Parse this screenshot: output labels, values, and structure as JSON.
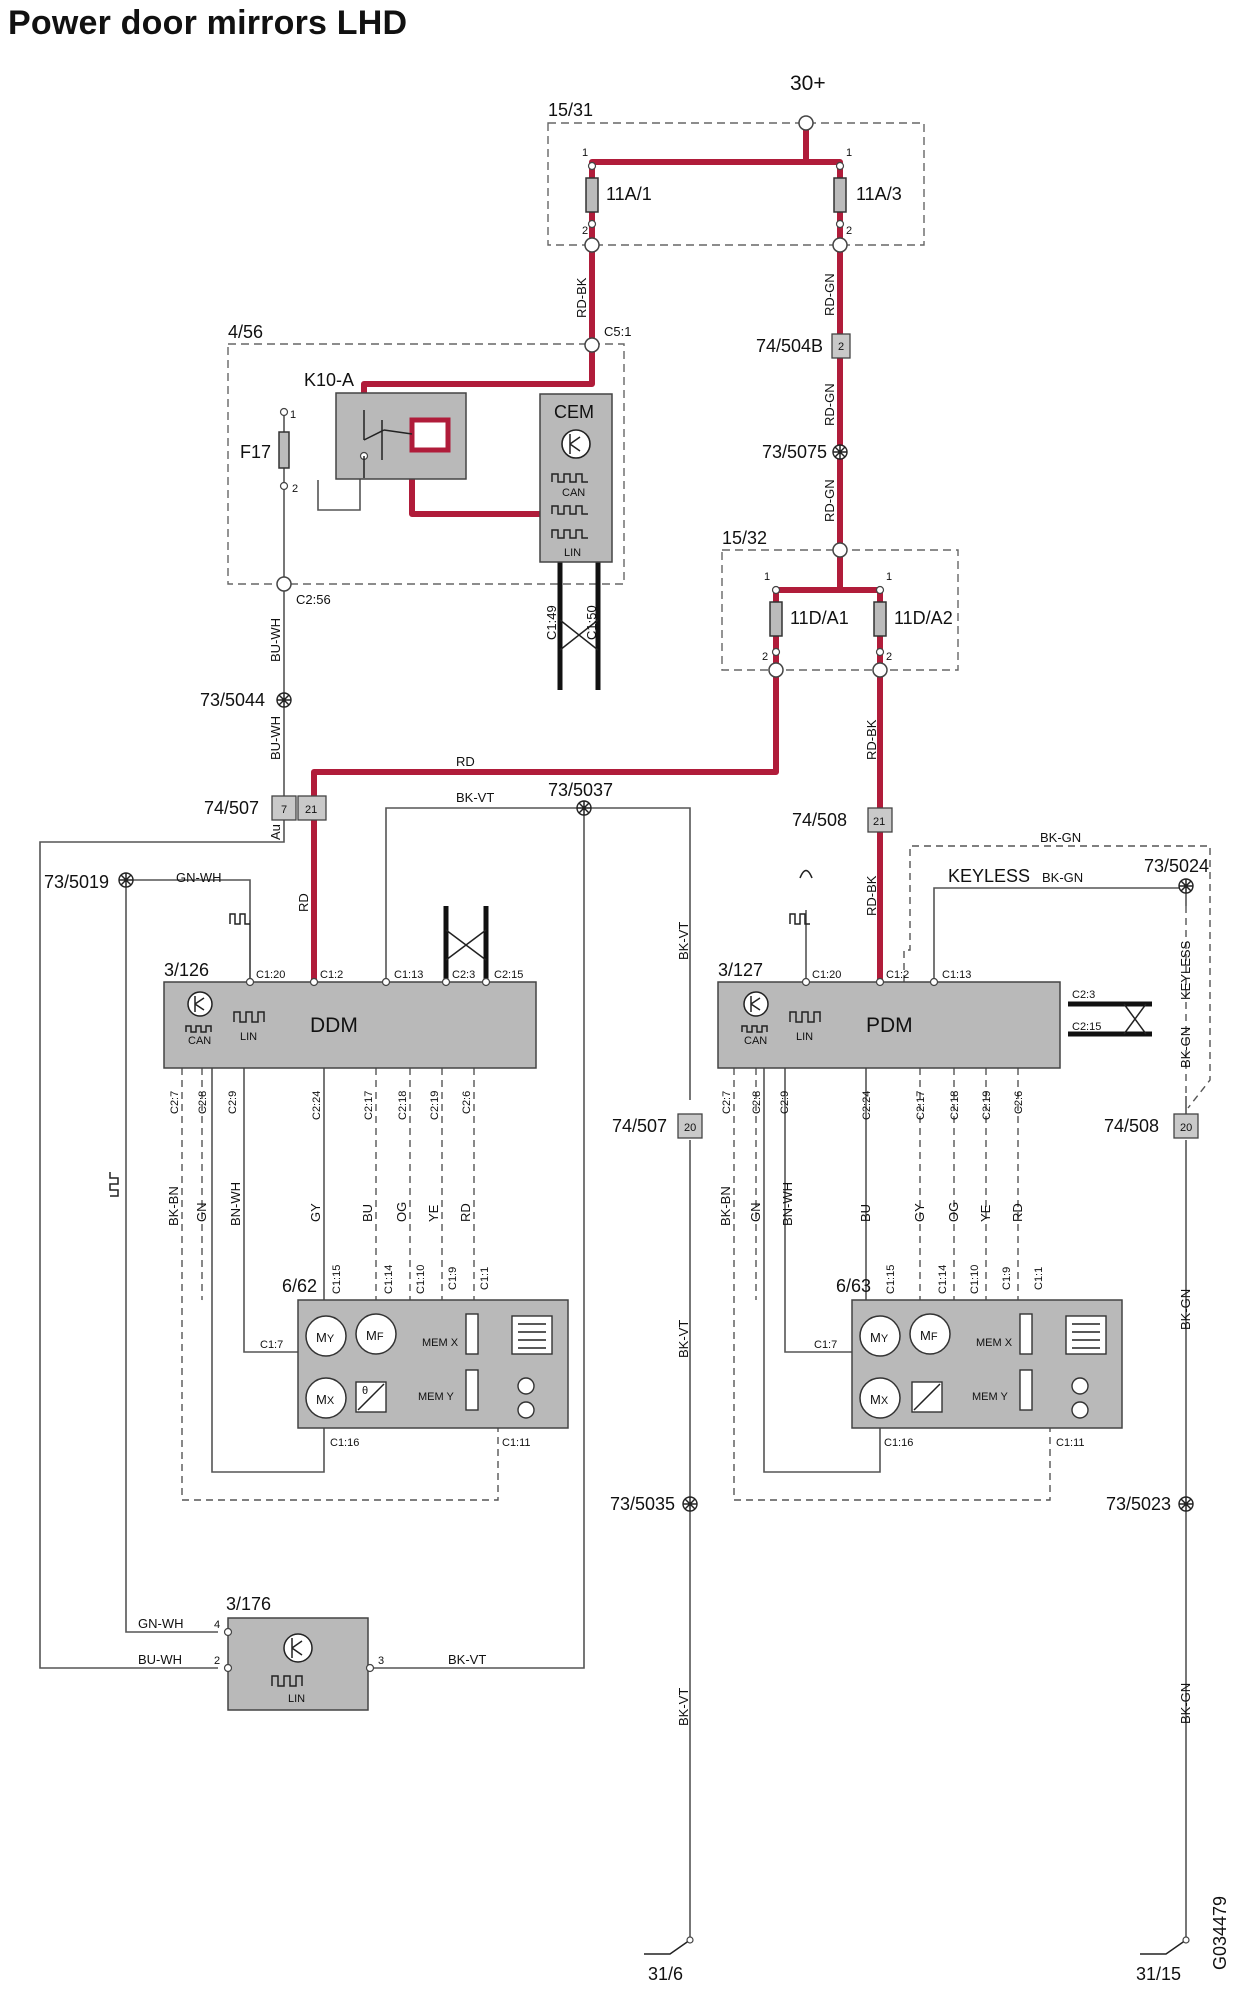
{
  "title": "Power door mirrors LHD",
  "figure_code": "G034479",
  "power": {
    "supply": "30+",
    "ground_left": "31/6",
    "ground_right": "31/15"
  },
  "fuse_boxes": {
    "box_15_31": {
      "id": "15/31",
      "fuse_a": "11A/1",
      "fuse_b": "11A/3"
    },
    "box_15_32": {
      "id": "15/32",
      "fuse_a": "11D/A1",
      "fuse_b": "11D/A2"
    }
  },
  "pins": {
    "p1": "1",
    "p2": "2",
    "p3": "3",
    "p4": "4"
  },
  "cem_block": {
    "id": "4/56",
    "relay": "K10-A",
    "fuse": "F17",
    "module": "CEM",
    "can": "CAN",
    "lin": "LIN",
    "c5_1": "C5:1",
    "c2_56": "C2:56",
    "c1_49": "C1:49",
    "c1_50": "C1:50"
  },
  "connectors": {
    "c74_504b": "74/504B",
    "c74_504b_pin": "2",
    "c74_507": "74/507",
    "c74_507_pin_a": "7",
    "c74_507_pin_b": "21",
    "c74_507_pin_c": "20",
    "c74_508": "74/508",
    "c74_508_pin_a": "21",
    "c74_508_pin_b": "20",
    "s73_5075": "73/5075",
    "s73_5044": "73/5044",
    "s73_5037": "73/5037",
    "s73_5019": "73/5019",
    "s73_5024": "73/5024",
    "s73_5035": "73/5035",
    "s73_5023": "73/5023"
  },
  "wire_colors": {
    "rd_bk": "RD-BK",
    "rd_gn": "RD-GN",
    "bu_wh": "BU-WH",
    "rd": "RD",
    "bk_vt": "BK-VT",
    "gn_wh": "GN-WH",
    "au": "Au",
    "bk_gn": "BK-GN",
    "keyless": "KEYLESS",
    "bk_bn": "BK-BN",
    "gn": "GN",
    "bn_wh": "BN-WH",
    "gy": "GY",
    "bu": "BU",
    "og": "OG",
    "ye": "YE"
  },
  "ddm": {
    "id": "3/126",
    "name": "DDM",
    "can": "CAN",
    "lin": "LIN",
    "top_pins": {
      "c1_20": "C1:20",
      "c1_2": "C1:2",
      "c1_13": "C1:13",
      "c2_3": "C2:3",
      "c2_15": "C2:15"
    },
    "bottom_pins": [
      "C2:7",
      "C2:8",
      "C2:9",
      "C2:24",
      "C2:17",
      "C2:18",
      "C2:19",
      "C2:6"
    ]
  },
  "pdm": {
    "id": "3/127",
    "name": "PDM",
    "can": "CAN",
    "lin": "LIN",
    "top_pins": {
      "c1_20": "C1:20",
      "c1_2": "C1:2",
      "c1_13": "C1:13"
    },
    "side_pins": {
      "c2_3": "C2:3",
      "c2_15": "C2:15"
    },
    "bottom_pins": [
      "C2:7",
      "C2:8",
      "C2:9",
      "C2:24",
      "C2:17",
      "C2:18",
      "C2:19",
      "C2:6"
    ]
  },
  "mirror_left": {
    "id": "6/62",
    "pins": {
      "c1_15": "C1:15",
      "c1_14": "C1:14",
      "c1_10": "C1:10",
      "c1_9": "C1:9",
      "c1_1": "C1:1",
      "c1_7": "C1:7",
      "c1_16": "C1:16",
      "c1_11": "C1:11"
    },
    "motor_y": "M",
    "motor_y_sub": "Y",
    "motor_f": "M",
    "motor_f_sub": "F",
    "motor_x": "M",
    "motor_x_sub": "X",
    "mem_x": "MEM X",
    "mem_y": "MEM Y",
    "theta": "θ"
  },
  "mirror_right": {
    "id": "6/63",
    "pins": {
      "c1_15": "C1:15",
      "c1_14": "C1:14",
      "c1_10": "C1:10",
      "c1_9": "C1:9",
      "c1_1": "C1:1",
      "c1_7": "C1:7",
      "c1_16": "C1:16",
      "c1_11": "C1:11"
    },
    "motor_y": "M",
    "motor_y_sub": "Y",
    "motor_f": "M",
    "motor_f_sub": "F",
    "motor_x": "M",
    "motor_x_sub": "X",
    "mem_x": "MEM X",
    "mem_y": "MEM Y"
  },
  "switch_module": {
    "id": "3/176",
    "lin": "LIN"
  }
}
